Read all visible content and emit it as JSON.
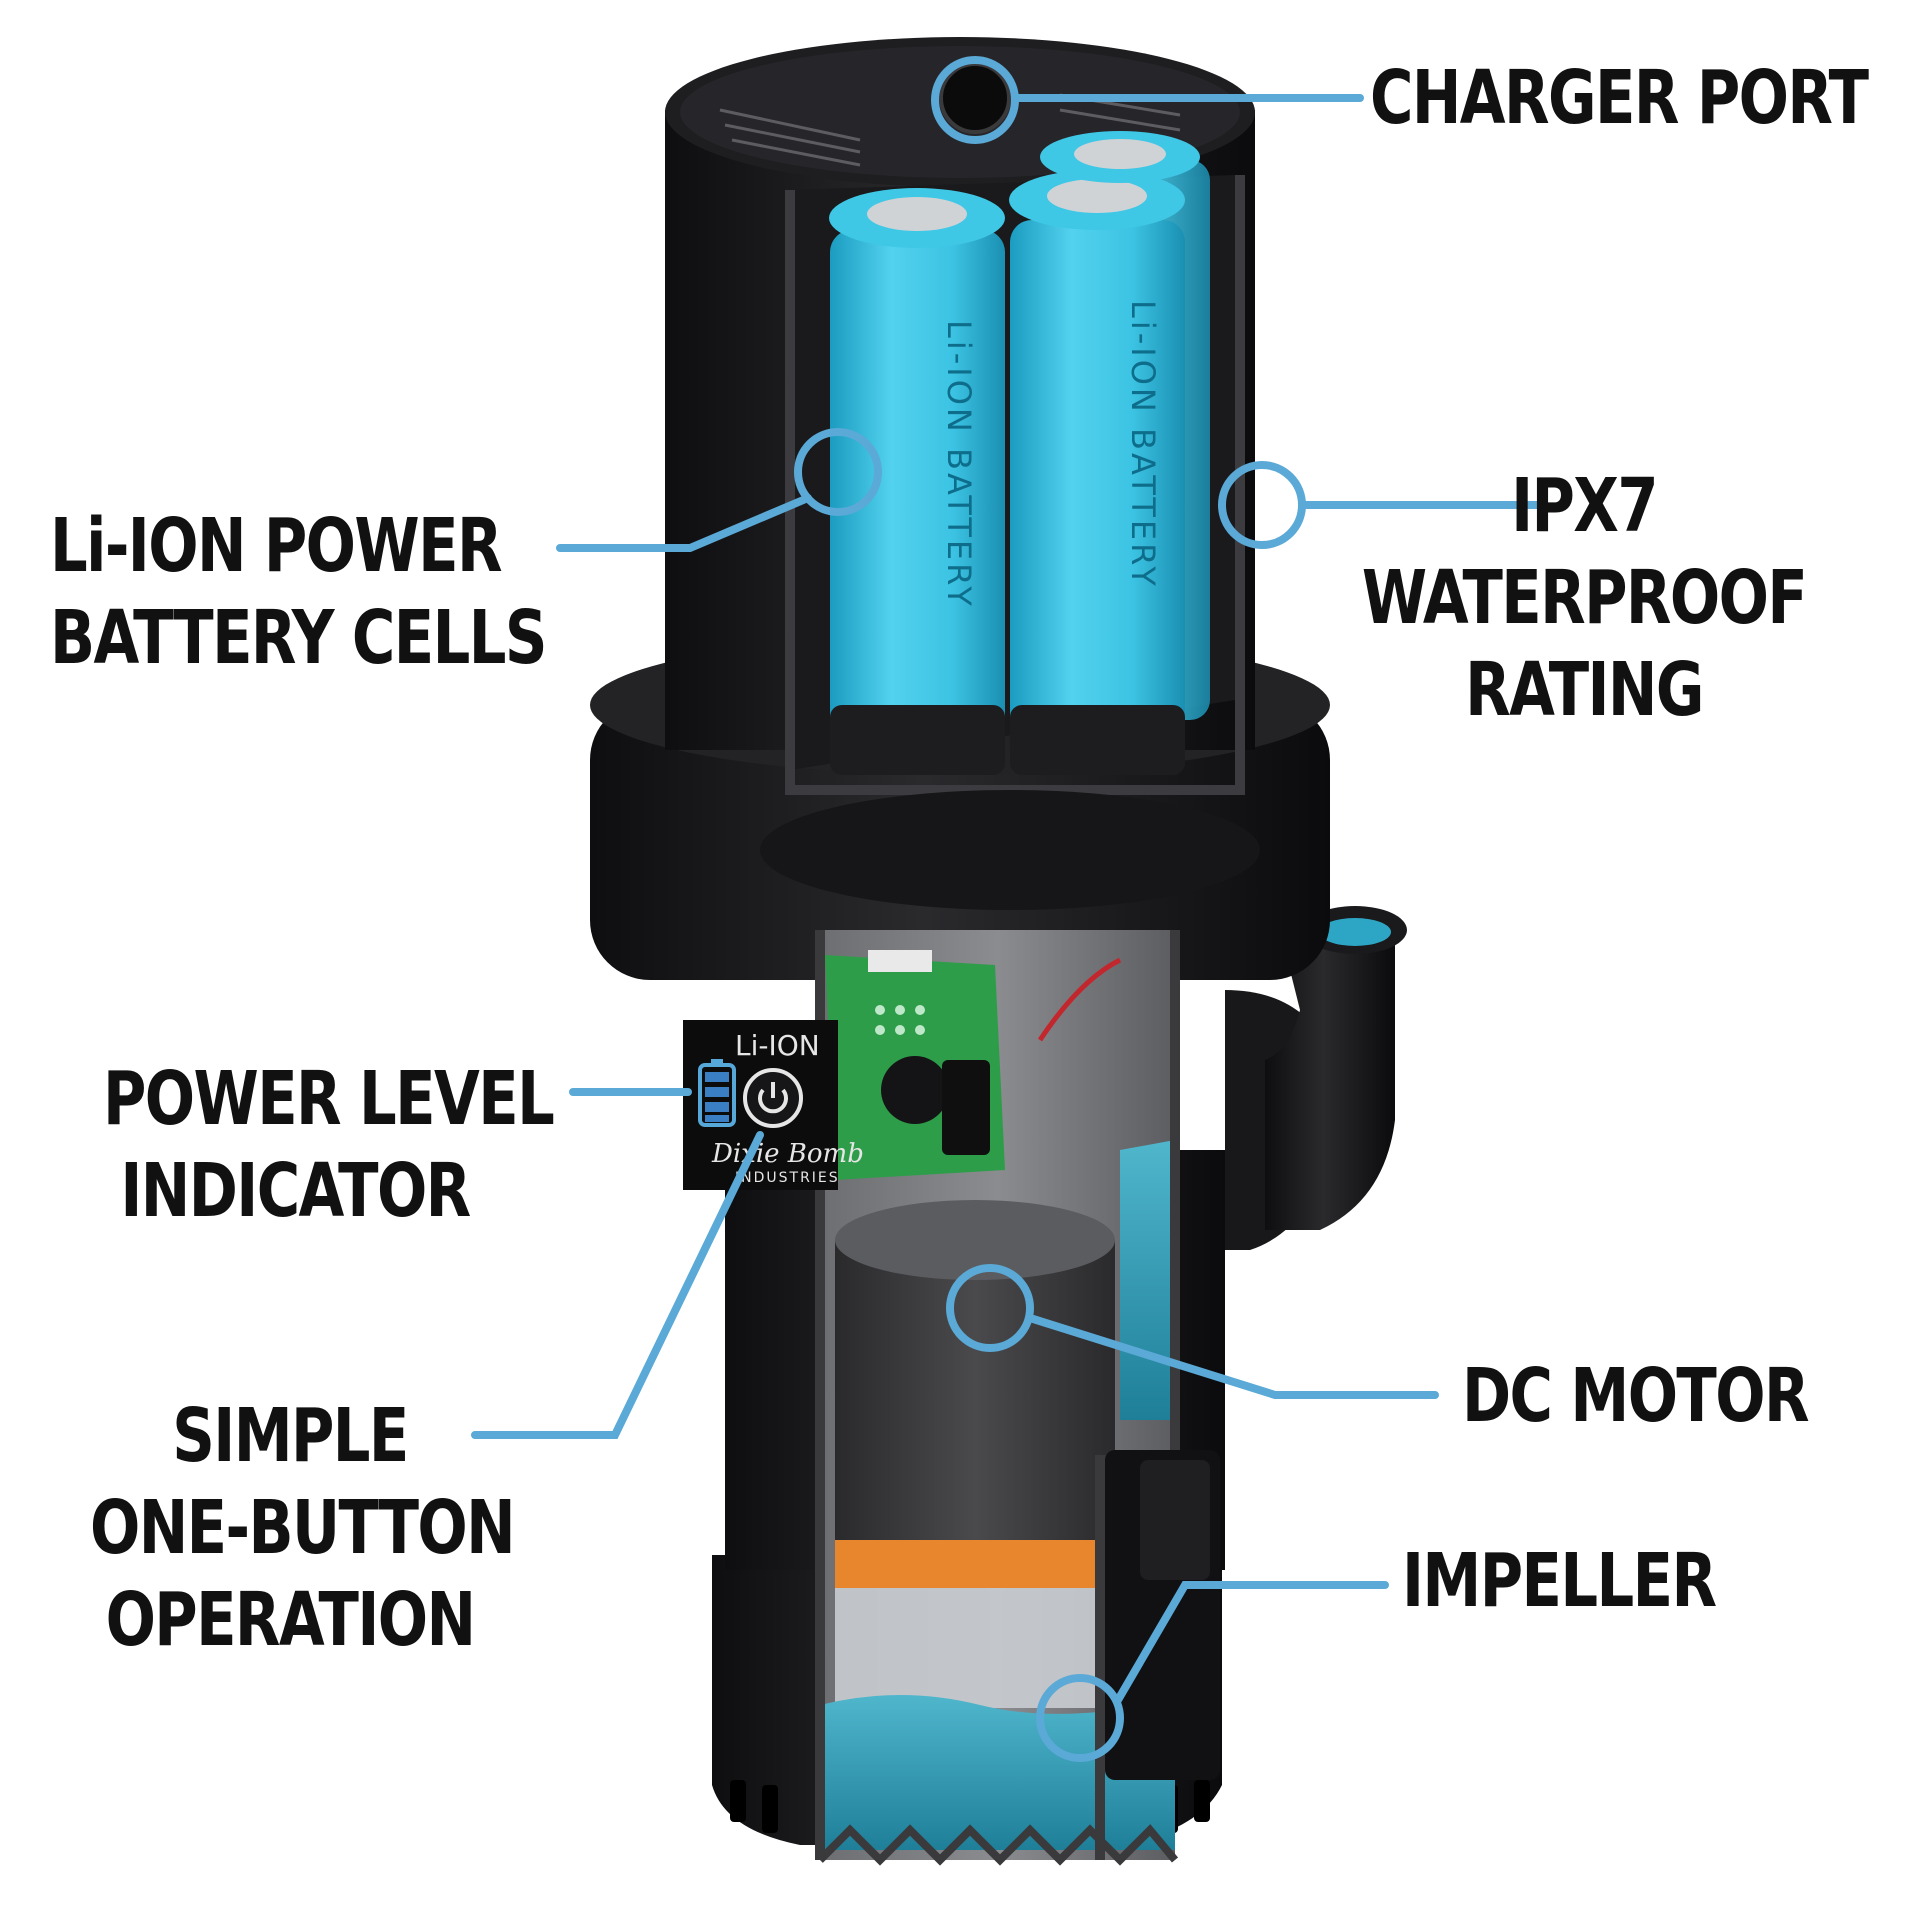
{
  "labels": {
    "charger_port": "CHARGER PORT",
    "li_ion_line1": "Li-ION POWER",
    "li_ion_line2": "BATTERY CELLS",
    "ipx7_line1": "IPX7",
    "ipx7_line2": "WATERPROOF",
    "ipx7_line3": "RATING",
    "power_line1": "POWER LEVEL",
    "power_line2": "INDICATOR",
    "simple_line1": "SIMPLE",
    "simple_line2": "ONE-BUTTON",
    "simple_line3": "OPERATION",
    "dc_motor": "DC MOTOR",
    "impeller": "IMPELLER"
  },
  "product_markings": {
    "battery_print": "Li-ION BATTERY",
    "housing_print": "Li-ION",
    "brand_script": "Dixie Bomb",
    "brand_sub": "INDUSTRIES"
  },
  "colors": {
    "callout": "#5aa9d6",
    "battery_cyan": "#3ec6e6",
    "housing_black": "#1c1c1e",
    "pcb_green": "#2e9d49",
    "motor_orange": "#e8862d",
    "water_teal": "#2a8fa8"
  }
}
